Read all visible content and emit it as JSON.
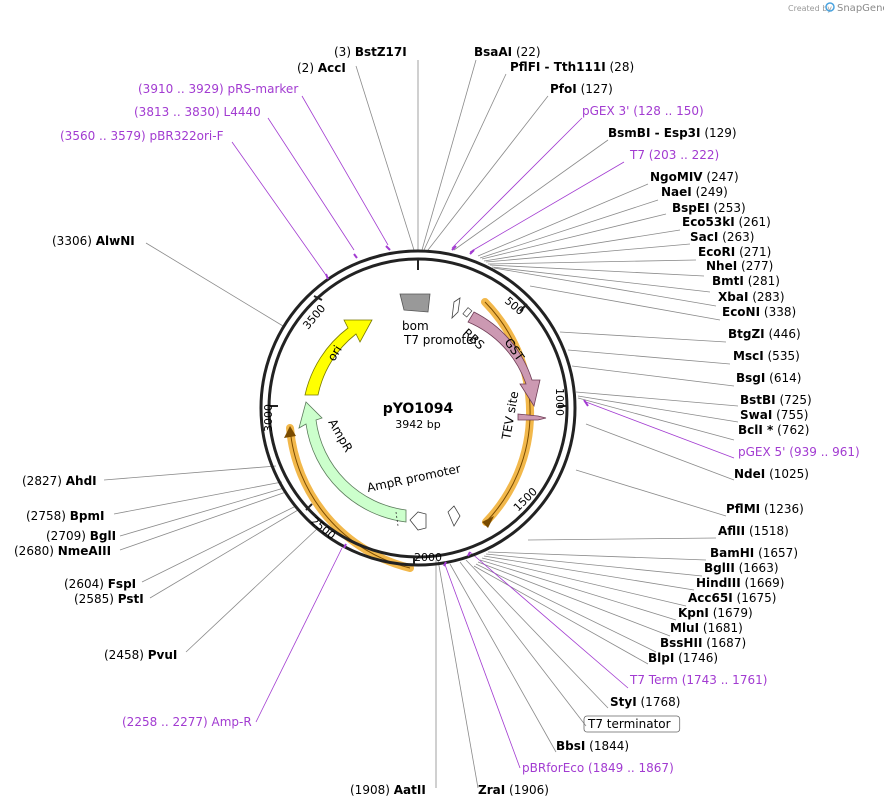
{
  "credit": {
    "prefix": "Created by",
    "brand": "SnapGene"
  },
  "plasmid": {
    "name": "pYO1094",
    "length_label": "3942 bp"
  },
  "ruler_ticks": [
    "500",
    "1000",
    "1500",
    "2000",
    "2500",
    "3000",
    "3500"
  ],
  "features": [
    {
      "label": "ori",
      "kind": "arrow-inside",
      "color": "#ffff00",
      "stroke": "#7a7a00"
    },
    {
      "label": "AmpR",
      "kind": "arrow-outside",
      "color": "#ccffcc",
      "stroke": "#5a7a5a"
    },
    {
      "label": "GST",
      "kind": "arrow-inside",
      "color": "#cc99b2",
      "stroke": "#6e3c55"
    },
    {
      "label": "bom",
      "kind": "box",
      "color": "#999999"
    },
    {
      "label": "T7 promoter",
      "kind": "small-arrow",
      "color": "#ffffff"
    },
    {
      "label": "RBS",
      "kind": "small-box",
      "color": "#ffffff"
    },
    {
      "label": "TEV site",
      "kind": "small-arrow",
      "color": "#cc99b2"
    },
    {
      "label": "AmpR promoter",
      "kind": "small-arrow",
      "color": "#ffffff"
    },
    {
      "label": "T7 terminator",
      "kind": "boxed-label",
      "color": "#ffffff"
    }
  ],
  "labels": [
    {
      "name": "BstZ17I",
      "pos": "(3)",
      "type": "enzyme"
    },
    {
      "name": "AccI",
      "pos": "(2)",
      "type": "enzyme"
    },
    {
      "name": "BsaAI",
      "pos": "(22)",
      "type": "enzyme"
    },
    {
      "name": "PflFI - Tth111I",
      "pos": "(28)",
      "type": "enzyme"
    },
    {
      "name": "PfoI",
      "pos": "(127)",
      "type": "enzyme"
    },
    {
      "name": "pGEX 3'",
      "pos": "(128 .. 150)",
      "type": "primer"
    },
    {
      "name": "BsmBI - Esp3I",
      "pos": "(129)",
      "type": "enzyme"
    },
    {
      "name": "T7",
      "pos": "(203 .. 222)",
      "type": "primer"
    },
    {
      "name": "NgoMIV",
      "pos": "(247)",
      "type": "enzyme"
    },
    {
      "name": "NaeI",
      "pos": "(249)",
      "type": "enzyme"
    },
    {
      "name": "BspEI",
      "pos": "(253)",
      "type": "enzyme"
    },
    {
      "name": "Eco53kI",
      "pos": "(261)",
      "type": "enzyme"
    },
    {
      "name": "SacI",
      "pos": "(263)",
      "type": "enzyme"
    },
    {
      "name": "EcoRI",
      "pos": "(271)",
      "type": "enzyme"
    },
    {
      "name": "NheI",
      "pos": "(277)",
      "type": "enzyme"
    },
    {
      "name": "BmtI",
      "pos": "(281)",
      "type": "enzyme"
    },
    {
      "name": "XbaI",
      "pos": "(283)",
      "type": "enzyme"
    },
    {
      "name": "EcoNI",
      "pos": "(338)",
      "type": "enzyme"
    },
    {
      "name": "BtgZI",
      "pos": "(446)",
      "type": "enzyme"
    },
    {
      "name": "MscI",
      "pos": "(535)",
      "type": "enzyme"
    },
    {
      "name": "BsgI",
      "pos": "(614)",
      "type": "enzyme"
    },
    {
      "name": "BstBI",
      "pos": "(725)",
      "type": "enzyme"
    },
    {
      "name": "SwaI",
      "pos": "(755)",
      "type": "enzyme"
    },
    {
      "name": "BclI *",
      "pos": "(762)",
      "type": "enzyme"
    },
    {
      "name": "pGEX 5'",
      "pos": "(939 .. 961)",
      "type": "primer"
    },
    {
      "name": "NdeI",
      "pos": "(1025)",
      "type": "enzyme"
    },
    {
      "name": "PflMI",
      "pos": "(1236)",
      "type": "enzyme"
    },
    {
      "name": "AflII",
      "pos": "(1518)",
      "type": "enzyme"
    },
    {
      "name": "BamHI",
      "pos": "(1657)",
      "type": "enzyme"
    },
    {
      "name": "BglII",
      "pos": "(1663)",
      "type": "enzyme"
    },
    {
      "name": "HindIII",
      "pos": "(1669)",
      "type": "enzyme"
    },
    {
      "name": "Acc65I",
      "pos": "(1675)",
      "type": "enzyme"
    },
    {
      "name": "KpnI",
      "pos": "(1679)",
      "type": "enzyme"
    },
    {
      "name": "MluI",
      "pos": "(1681)",
      "type": "enzyme"
    },
    {
      "name": "BssHII",
      "pos": "(1687)",
      "type": "enzyme"
    },
    {
      "name": "BlpI",
      "pos": "(1746)",
      "type": "enzyme"
    },
    {
      "name": "T7 Term",
      "pos": "(1743 .. 1761)",
      "type": "primer"
    },
    {
      "name": "StyI",
      "pos": "(1768)",
      "type": "enzyme"
    },
    {
      "name": "T7 terminator",
      "pos": "",
      "type": "feature-box"
    },
    {
      "name": "BbsI",
      "pos": "(1844)",
      "type": "enzyme"
    },
    {
      "name": "pBRforEco",
      "pos": "(1849 .. 1867)",
      "type": "primer"
    },
    {
      "name": "ZraI",
      "pos": "(1906)",
      "type": "enzyme"
    },
    {
      "name": "AatII",
      "pos": "(1908)",
      "type": "enzyme"
    },
    {
      "name": "Amp-R",
      "pos": "(2258 .. 2277)",
      "type": "primer"
    },
    {
      "name": "PvuI",
      "pos": "(2458)",
      "type": "enzyme"
    },
    {
      "name": "PstI",
      "pos": "(2585)",
      "type": "enzyme"
    },
    {
      "name": "FspI",
      "pos": "(2604)",
      "type": "enzyme"
    },
    {
      "name": "NmeAIII",
      "pos": "(2680)",
      "type": "enzyme"
    },
    {
      "name": "BglI",
      "pos": "(2709)",
      "type": "enzyme"
    },
    {
      "name": "BpmI",
      "pos": "(2758)",
      "type": "enzyme"
    },
    {
      "name": "AhdI",
      "pos": "(2827)",
      "type": "enzyme"
    },
    {
      "name": "AlwNI",
      "pos": "(3306)",
      "type": "enzyme"
    },
    {
      "name": "pBR322ori-F",
      "pos": "(3560 .. 3579)",
      "type": "primer"
    },
    {
      "name": "L4440",
      "pos": "(3813 .. 3830)",
      "type": "primer"
    },
    {
      "name": "pRS-marker",
      "pos": "(3910 .. 3929)",
      "type": "primer"
    }
  ],
  "colors": {
    "primer": "#a23bd1",
    "backbone": "#222222",
    "orange_band": "#f2b84b",
    "leader": "#8a8a8a"
  }
}
